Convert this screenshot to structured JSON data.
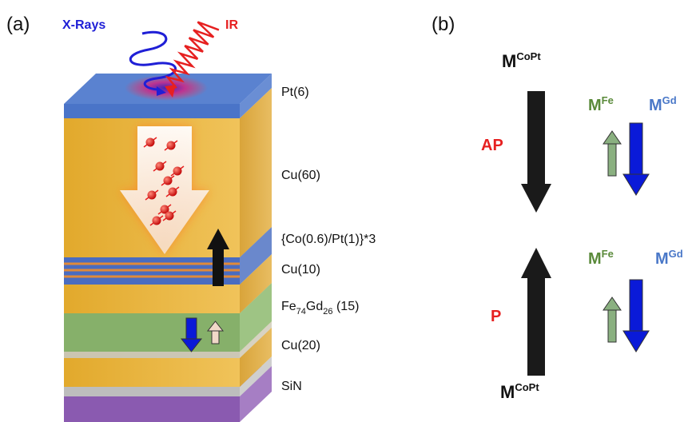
{
  "panel_a": {
    "label": "(a)",
    "xray_label": "X-Rays",
    "ir_label": "IR",
    "layers": {
      "pt": "Pt(6)",
      "cu60": "Cu(60)",
      "copt": "{Co(0.6)/Pt(1)}*3",
      "cu10": "Cu(10)",
      "fegd_pre": "Fe",
      "fegd_sub1": "74",
      "fegd_mid": "Gd",
      "fegd_sub2": "26",
      "fegd_post": " (15)",
      "cu20": "Cu(20)",
      "sin": "SiN"
    }
  },
  "panel_b": {
    "label": "(b)",
    "m": "M",
    "copt_sup": "CoPt",
    "fe_sup": "Fe",
    "gd_sup": "Gd",
    "ap_label": "AP",
    "p_label": "P"
  },
  "colors": {
    "xray_blue": "#1f1fd6",
    "ir_red": "#e62020",
    "cu_gold": "#e8b43a",
    "pt_blue": "#4a74c8",
    "fegd_green": "#86b06a",
    "sin_purple": "#8a5ab0",
    "fe_green": "#5a8a3a",
    "gd_blue": "#4a78c8",
    "arrow_black": "#1a1a1a",
    "arrow_blue": "#0a1ad8",
    "arrow_green": "#8ab080"
  }
}
